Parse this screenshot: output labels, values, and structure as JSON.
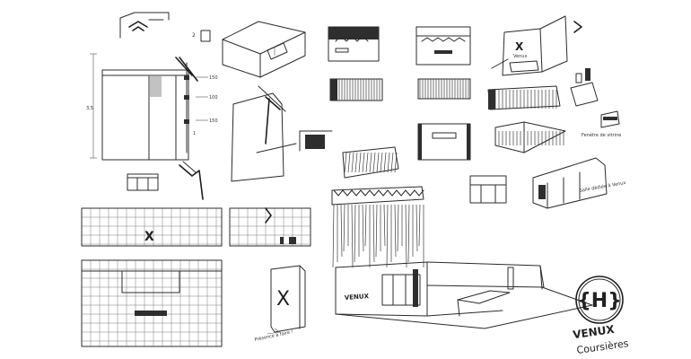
{
  "sheet": {
    "marks": {
      "x_mark": "X",
      "x_mark_sub": "Venux",
      "venux_wall": "VENUX"
    },
    "dimensions": {
      "d1": "2",
      "d2": "150",
      "d3": "100",
      "d4": "150",
      "d5": "3,5",
      "d6": "1"
    },
    "notes": {
      "note_right_1": "Fenêtre de vitrine",
      "note_right_2": "Salle dédiée à Venux",
      "note_totem": "Présence à faire !"
    },
    "logo": {
      "monogram": "{H}",
      "line1": "VENUX",
      "line2": "Coursières"
    }
  }
}
